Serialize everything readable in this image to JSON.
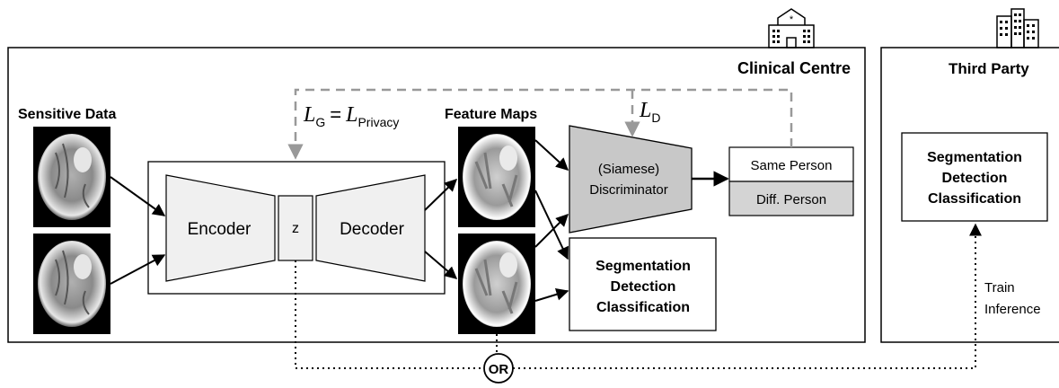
{
  "clinical_centre": {
    "title": "Clinical Centre"
  },
  "third_party": {
    "title": "Third Party",
    "tasks": [
      "Segmentation",
      "Detection",
      "Classification"
    ]
  },
  "inputs": {
    "label": "Sensitive Data"
  },
  "autoencoder": {
    "encoder": "Encoder",
    "latent": "z",
    "decoder": "Decoder"
  },
  "feature_maps": {
    "label": "Feature Maps"
  },
  "discriminator": {
    "line1": "(Siamese)",
    "line2": "Discriminator"
  },
  "outputs": {
    "same": "Same Person",
    "diff": "Diff. Person"
  },
  "local_tasks": [
    "Segmentation",
    "Detection",
    "Classification"
  ],
  "losses": {
    "generator": {
      "symbol": "L",
      "sub1": "G",
      "eq": "=",
      "sub2": "Privacy"
    },
    "discriminator": {
      "symbol": "L",
      "sub": "D"
    }
  },
  "or_label": "OR",
  "train_label": "Train",
  "inference_label": "Inference",
  "icons": [
    "hospital-icon",
    "office-buildings-icon"
  ],
  "colors": {
    "gray_fill": "#c8c8c8",
    "light_fill": "#f0f0f0",
    "dash": "#999999"
  }
}
